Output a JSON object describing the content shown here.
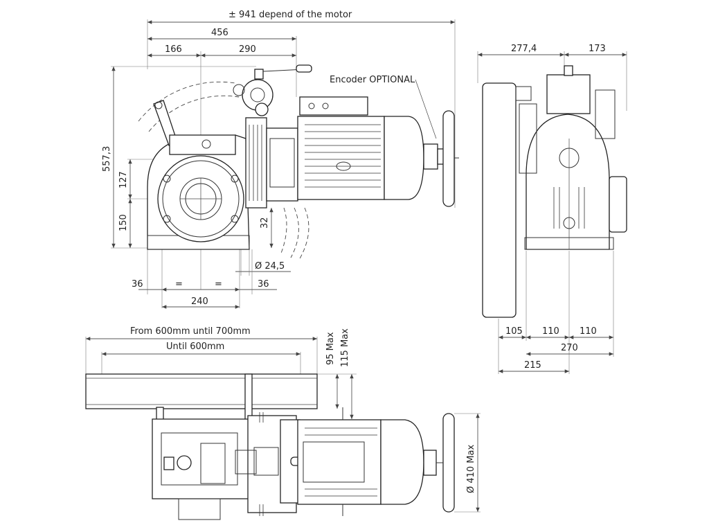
{
  "labels": {
    "overall_length": "± 941  depend of the motor",
    "w456": "456",
    "w166": "166",
    "w290": "290",
    "encoder": "Encoder OPTIONAL",
    "h557": "557,3",
    "h127": "127",
    "h150": "150",
    "h32": "32",
    "dia245": "Ø 24,5",
    "b36a": "36",
    "eq1": "=",
    "eq2": "=",
    "b36b": "36",
    "b240": "240",
    "s2774": "277,4",
    "s173": "173",
    "s105": "105",
    "s110a": "110",
    "s110b": "110",
    "s270": "270",
    "s215": "215",
    "from600": "From 600mm until 700mm",
    "until600": "Until 600mm",
    "max95": "95 Max",
    "max115": "115 Max",
    "dia410": "Ø 410 Max"
  }
}
